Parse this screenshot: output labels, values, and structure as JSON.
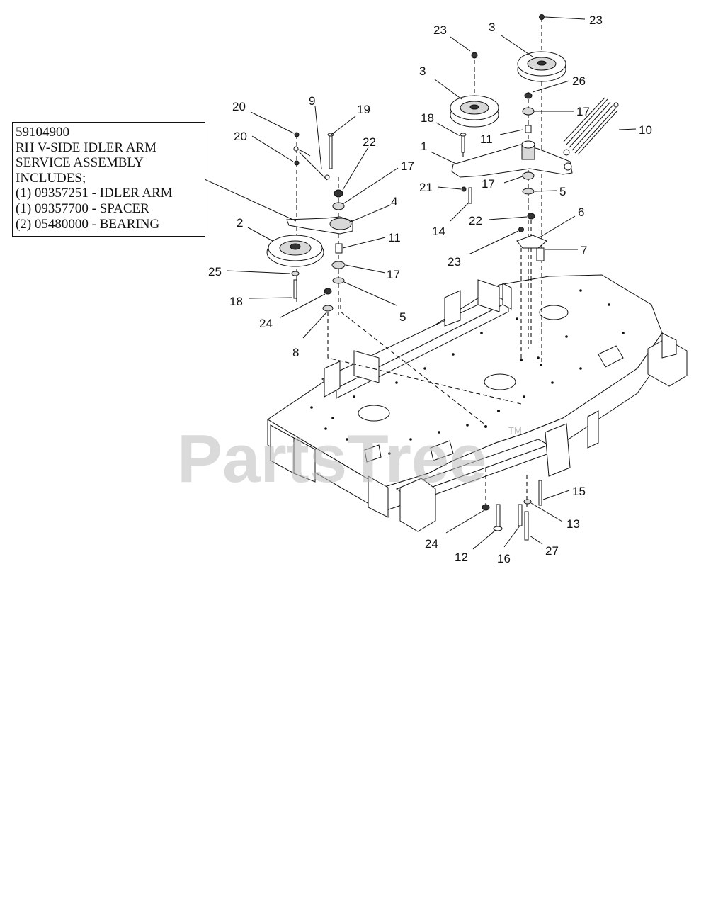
{
  "info_box": {
    "lines": [
      "59104900",
      "RH V-SIDE IDLER ARM",
      "SERVICE ASSEMBLY",
      "INCLUDES;",
      "(1) 09357251 - IDLER ARM",
      "(1) 09357700 - SPACER",
      "(2) 05480000 - BEARING"
    ]
  },
  "watermark": {
    "text": "PartsTree",
    "trademark": "TM"
  },
  "callouts": [
    {
      "id": "c1",
      "label": "23"
    },
    {
      "id": "c2",
      "label": "3"
    },
    {
      "id": "c3",
      "label": "23"
    },
    {
      "id": "c4",
      "label": "3"
    },
    {
      "id": "c5",
      "label": "26"
    },
    {
      "id": "c6",
      "label": "17"
    },
    {
      "id": "c7",
      "label": "10"
    },
    {
      "id": "c8",
      "label": "18"
    },
    {
      "id": "c9",
      "label": "11"
    },
    {
      "id": "c10",
      "label": "1"
    },
    {
      "id": "c11",
      "label": "21"
    },
    {
      "id": "c12",
      "label": "17"
    },
    {
      "id": "c13",
      "label": "5"
    },
    {
      "id": "c14",
      "label": "14"
    },
    {
      "id": "c15",
      "label": "22"
    },
    {
      "id": "c16",
      "label": "6"
    },
    {
      "id": "c17",
      "label": "7"
    },
    {
      "id": "c18",
      "label": "23"
    },
    {
      "id": "c19",
      "label": "20"
    },
    {
      "id": "c20",
      "label": "9"
    },
    {
      "id": "c21",
      "label": "19"
    },
    {
      "id": "c22",
      "label": "20"
    },
    {
      "id": "c23",
      "label": "22"
    },
    {
      "id": "c24",
      "label": "17"
    },
    {
      "id": "c25",
      "label": "4"
    },
    {
      "id": "c26",
      "label": "2"
    },
    {
      "id": "c27",
      "label": "11"
    },
    {
      "id": "c28",
      "label": "25"
    },
    {
      "id": "c29",
      "label": "17"
    },
    {
      "id": "c30",
      "label": "18"
    },
    {
      "id": "c31",
      "label": "5"
    },
    {
      "id": "c32",
      "label": "24"
    },
    {
      "id": "c33",
      "label": "8"
    },
    {
      "id": "c34",
      "label": "15"
    },
    {
      "id": "c35",
      "label": "13"
    },
    {
      "id": "c36",
      "label": "24"
    },
    {
      "id": "c37",
      "label": "27"
    },
    {
      "id": "c38",
      "label": "12"
    },
    {
      "id": "c39",
      "label": "16"
    }
  ]
}
